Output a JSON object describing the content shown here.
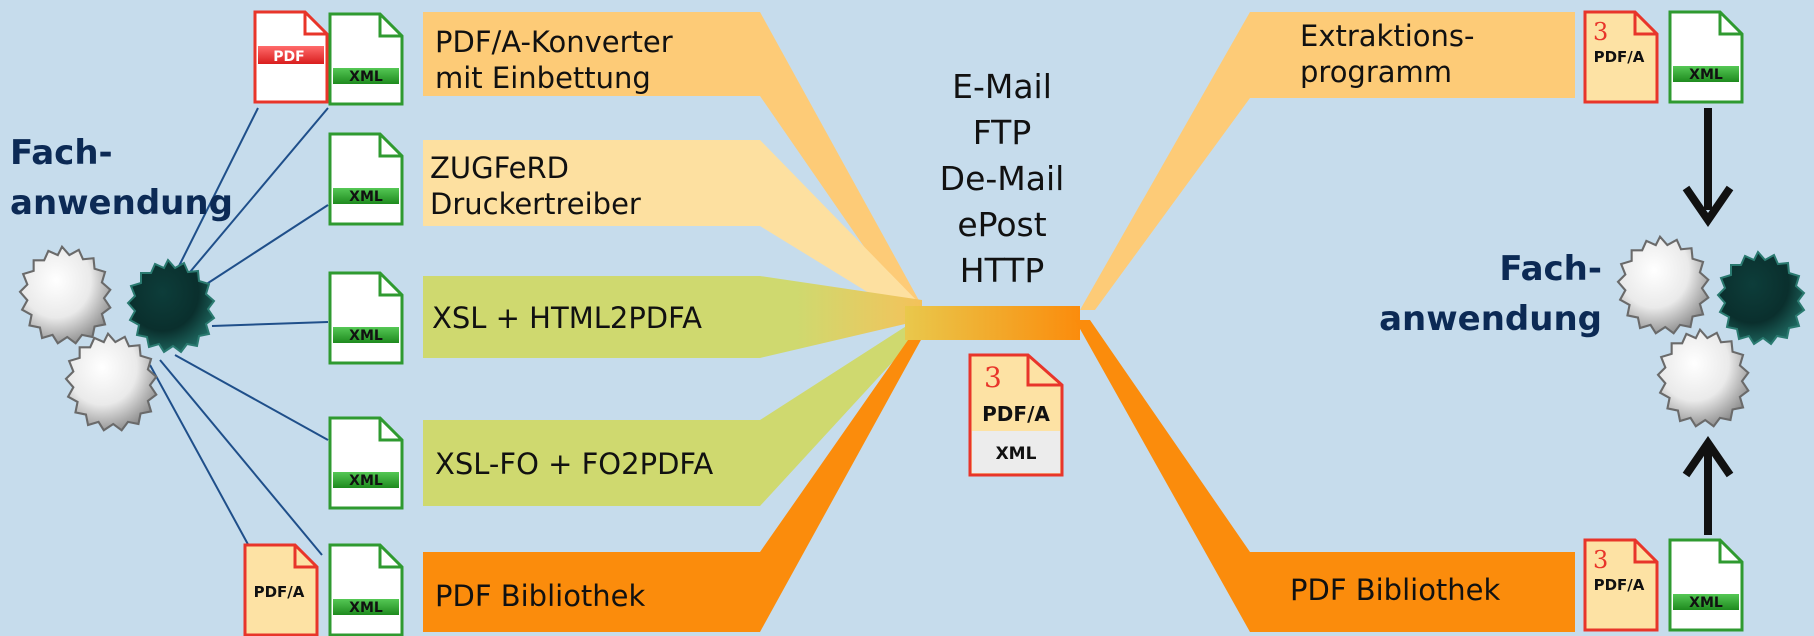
{
  "colors": {
    "background": "#c6dcec",
    "band_orange_light": "#fdcb77",
    "band_orange_pale": "#fde0a0",
    "band_green": "#cfd96f",
    "band_orange_dark": "#fb8c0c",
    "heading_blue": "#0c2a55",
    "line_blue": "#1f4f8a",
    "pdf_red": "#e8352a",
    "xml_green": "#2f9a30"
  },
  "left_app": {
    "line1": "Fach-",
    "line2": "anwendung"
  },
  "right_app": {
    "line1": "Fach-",
    "line2": "anwendung"
  },
  "tools": [
    {
      "line1": "PDF/A-Konverter",
      "line2": "mit Einbettung"
    },
    {
      "line1": "ZUGFeRD",
      "line2": "Druckertreiber"
    },
    {
      "line1": "XSL + HTML2PDFA"
    },
    {
      "line1": "XSL-FO + FO2PDFA"
    },
    {
      "line1": "PDF Bibliothek"
    }
  ],
  "right_tools": [
    {
      "line1": "Extraktions-",
      "line2": "programm"
    },
    {
      "line1": "PDF Bibliothek"
    }
  ],
  "channels": [
    "E-Mail",
    "FTP",
    "De-Mail",
    "ePost",
    "HTTP"
  ],
  "doc_labels": {
    "pdf": "PDF",
    "xml": "XML",
    "pdfa": "PDF/A",
    "pdfa_level": "3"
  },
  "icons": {
    "gear": "gear-icon",
    "pdf": "pdf-document-icon",
    "xml": "xml-document-icon",
    "pdfa": "pdfa-document-icon",
    "combined": "pdfa-xml-document-icon",
    "arrow": "arrow-down-icon"
  }
}
